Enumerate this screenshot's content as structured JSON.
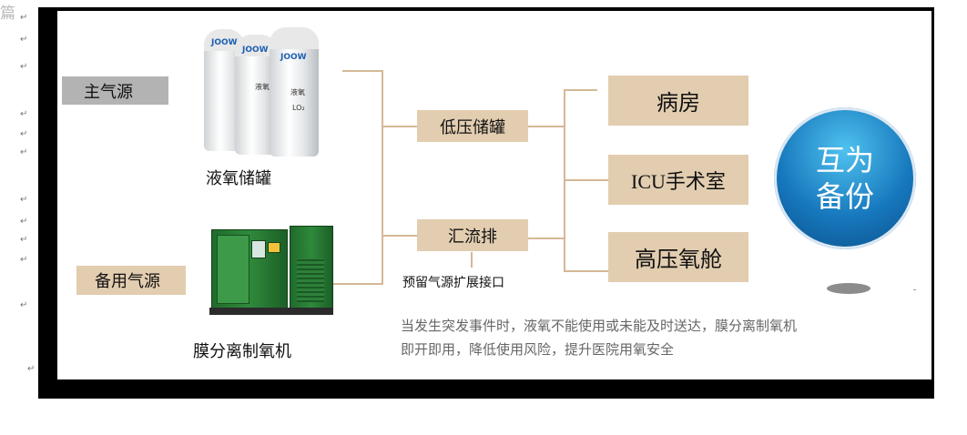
{
  "page": {
    "edge_char": "篇",
    "paragraph_mark": "↵"
  },
  "sources": {
    "main_label": "主气源",
    "backup_label": "备用气源",
    "liquid_tank_caption": "液氧储罐",
    "generator_caption": "膜分离制氧机",
    "tank_logo": "JOOW",
    "tank_text_1": "液氧",
    "tank_text_2": "LO₂"
  },
  "middle": {
    "low_pressure_tank": "低压储罐",
    "manifold": "汇流排",
    "reserved_interface": "预留气源扩展接口"
  },
  "destinations": [
    {
      "label": "病房"
    },
    {
      "label": "ICU手术室"
    },
    {
      "label": "高压氧舱"
    }
  ],
  "badge": {
    "line1": "互为",
    "line2": "备份"
  },
  "footnote": {
    "line1": "当发生突发事件时，液氧不能使用或未能及时送达，膜分离制氧机",
    "line2": "即开即用，降低使用风险，提升医院用氧安全"
  },
  "colors": {
    "connector": "#d4b896",
    "tan_box": "#e2cdb0",
    "gray_box": "#b3b3b3",
    "badge_blue": "#1778bd",
    "footnote_text": "#666666"
  }
}
